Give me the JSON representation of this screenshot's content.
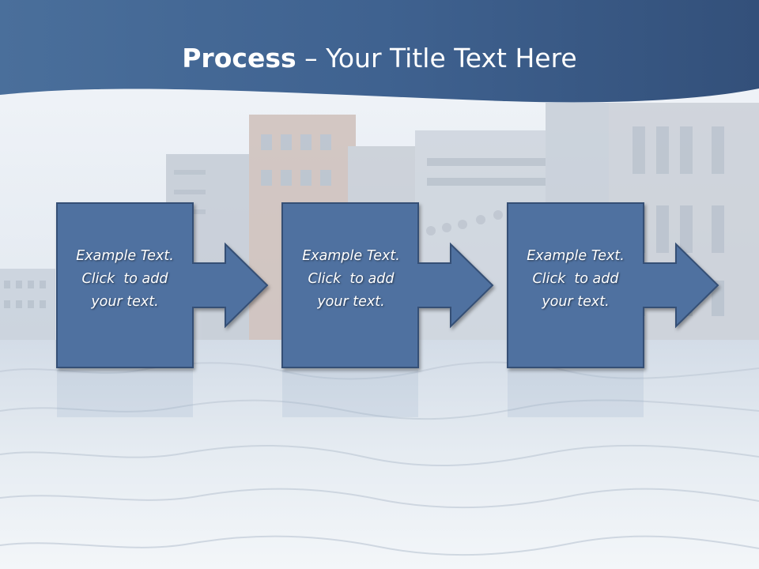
{
  "slide": {
    "title": {
      "bold": "Process",
      "rest": " – Your Title Text Here"
    },
    "steps": [
      {
        "lines": [
          "Example Text.",
          "Click  to add",
          "your text."
        ]
      },
      {
        "lines": [
          "Example Text.",
          "Click  to add",
          "your text."
        ]
      },
      {
        "lines": [
          "Example Text.",
          "Click  to add",
          "your text."
        ]
      }
    ]
  },
  "colors": {
    "header": "#3f628c",
    "shape_fill": "#4f71a0",
    "shape_stroke": "#354f74",
    "text": "#ffffff"
  },
  "background_image": "flooded-street-buildings"
}
